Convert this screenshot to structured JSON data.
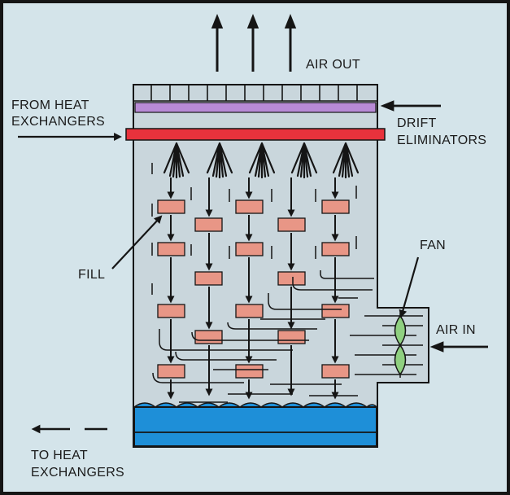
{
  "labels": {
    "air_out": "AIR OUT",
    "from_heat_line1": "FROM HEAT",
    "from_heat_line2": "EXCHANGERS",
    "drift_line1": "DRIFT",
    "drift_line2": "ELIMINATORS",
    "fill": "FILL",
    "fan": "FAN",
    "air_in": "AIR IN",
    "to_heat_line1": "TO HEAT",
    "to_heat_line2": "EXCHANGERS"
  },
  "colors": {
    "background": "#d4e4ea",
    "tower": "#c9d6dc",
    "drift_band": "#b88ad6",
    "distribution_pipe": "#e8323c",
    "fill_block": "#e89686",
    "fan_blade": "#8fd080",
    "water_basin": "#1e8fd8",
    "outline": "#151515"
  },
  "icons": {
    "fan": "propeller-icon",
    "spray": "spray-nozzle-icon"
  }
}
